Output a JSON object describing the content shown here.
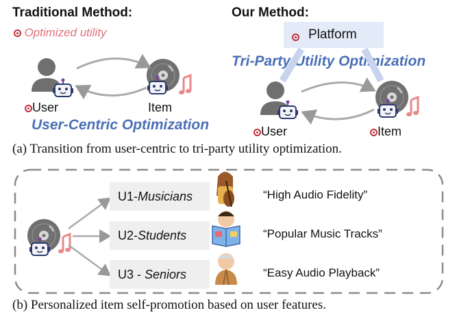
{
  "panel_a": {
    "traditional_title": "Traditional Method:",
    "traditional_legend": "Optimized utility",
    "our_title": "Our Method:",
    "platform_label": "Platform",
    "tri_party_label": "Tri-Party Utility Optimization",
    "user_label_left": "User",
    "item_label_left": "Item",
    "user_centric_label": "User-Centric Optimization",
    "user_label_right": "User",
    "item_label_right": "Item",
    "caption": "(a) Transition from user-centric to tri-party utility optimization."
  },
  "panel_b": {
    "users": [
      {
        "id": "U1-",
        "group": "Musicians",
        "quote": "“High Audio Fidelity”"
      },
      {
        "id": "U2-",
        "group": "Students",
        "quote": "“Popular Music Tracks”"
      },
      {
        "id": "U3 - ",
        "group": "Seniors",
        "quote": "“Easy Audio Playback”"
      }
    ],
    "caption": "(b) Personalized item self-promotion based on user features."
  },
  "colors": {
    "accent_blue": "#4a6fb5",
    "target_red": "#c0303a",
    "legend_pink": "#e0707a",
    "platform_bg": "#e3eaf8",
    "user_box_bg": "#efefef"
  },
  "icons": [
    "user-icon",
    "disc-item-icon",
    "robot-icon",
    "music-note-icon",
    "target-icon",
    "musician-icon",
    "student-icon",
    "senior-icon"
  ]
}
